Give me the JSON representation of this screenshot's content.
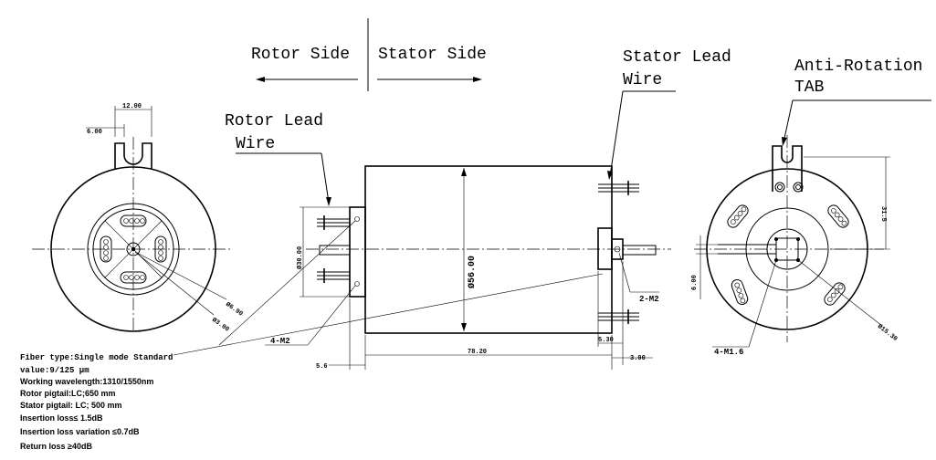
{
  "header": {
    "rotor_side": "Rotor Side",
    "stator_side": "Stator Side"
  },
  "callouts": {
    "rotor_lead_1": "Rotor Lead",
    "rotor_lead_2": "Wire",
    "stator_lead_1": "Stator Lead",
    "stator_lead_2": "Wire",
    "anti_rot_1": "Anti-Rotation",
    "anti_rot_2": "TAB"
  },
  "left_view": {
    "dim_12": "12.00",
    "dim_6": "6.00",
    "dim_d690": "Ø6.90",
    "dim_d3": "Ø3.00"
  },
  "side_view": {
    "dim_d30": "Ø30.00",
    "dim_d56": "Ø56.00",
    "dim_len": "78.20",
    "dim_530": "5.30",
    "dim_3": "3.00",
    "dim_56": "5.6",
    "hole_2m2": "2-M2",
    "hole_4m2": "4-M2"
  },
  "right_view": {
    "dim_315": "31.5",
    "dim_6": "6.00",
    "dim_d1530": "Ø15.30",
    "hole_4m16": "4-M1.6"
  },
  "notes": [
    "Fiber type:Single mode Standard",
    "value:9/125 μm",
    "Working wavelength:1310/1550nm",
    "Rotor pigtail:LC;650 mm",
    "Stator pigtail: LC; 500 mm",
    "Insertion loss≤ 1.5dB",
    "Insertion loss variation ≤0.7dB",
    "Return loss ≥40dB"
  ]
}
